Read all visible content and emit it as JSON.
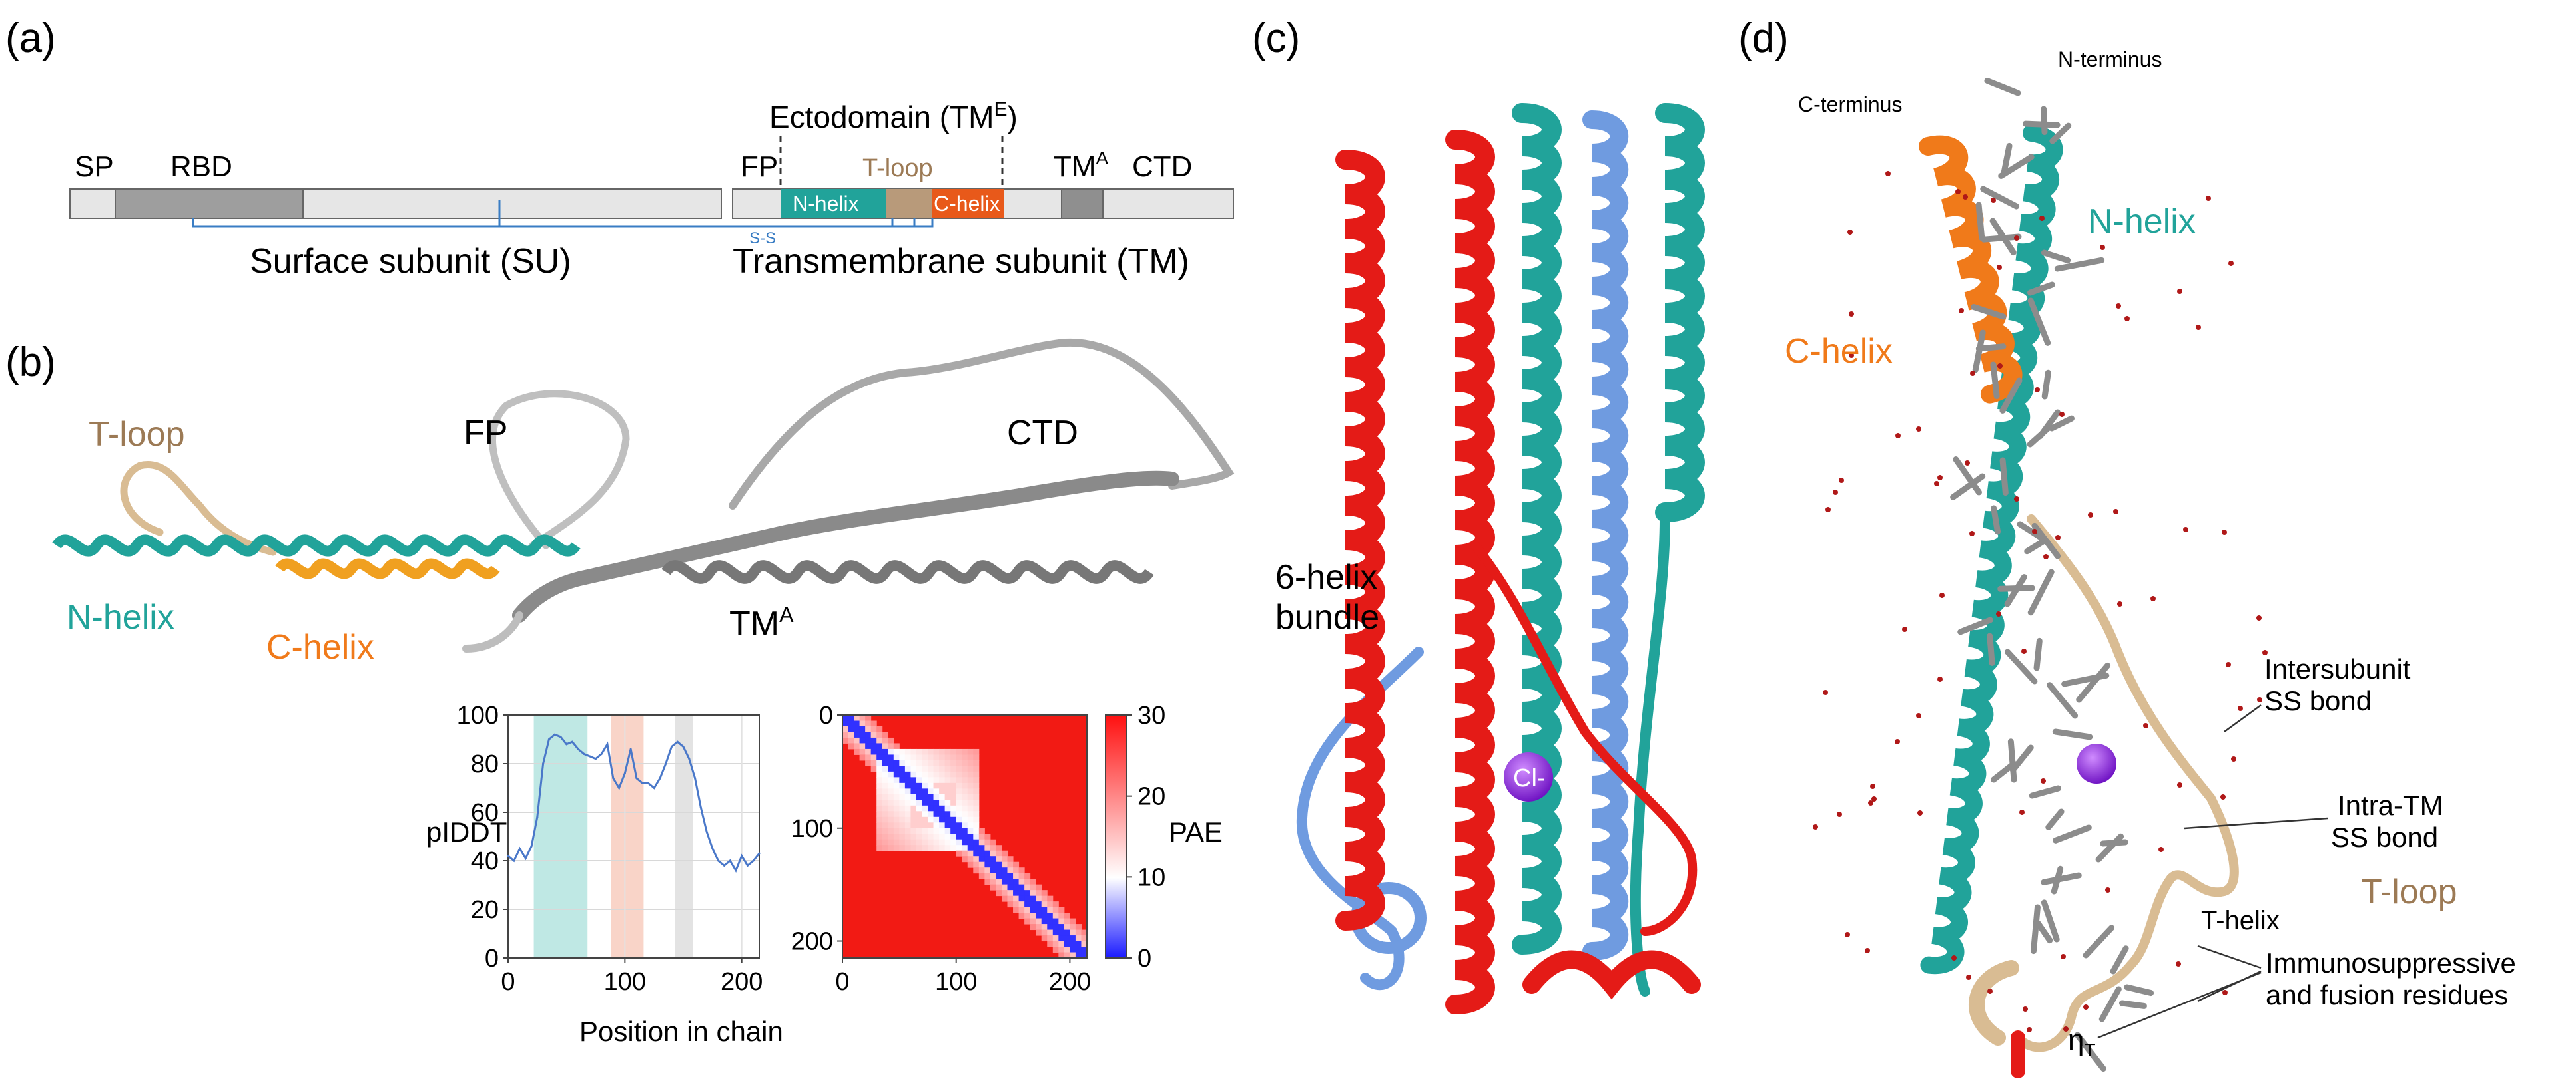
{
  "panels": {
    "a": {
      "label": "(a)",
      "ectodomain_label": "Ectodomain (TM",
      "ectodomain_sup": "E",
      "ectodomain_close": ")",
      "sp": "SP",
      "rbd": "RBD",
      "fp": "FP",
      "tloop": "T-loop",
      "tma": "TM",
      "tma_sup": "A",
      "ctd": "CTD",
      "nhelix": "N-helix",
      "chelix": "C-helix",
      "ss": "S-S",
      "su": "Surface subunit (SU)",
      "tm": "Transmembrane subunit (TM)"
    },
    "b": {
      "label": "(b)",
      "tloop": "T-loop",
      "fp": "FP",
      "ctd": "CTD",
      "nhelix": "N-helix",
      "chelix": "C-helix",
      "tma": "TM",
      "tma_sup": "A"
    },
    "c": {
      "label": "(c)",
      "bundle_line1": "6-helix",
      "bundle_line2": "bundle",
      "ion": "Cl-"
    },
    "d": {
      "label": "(d)",
      "nterm": "N-terminus",
      "cterm": "C-terminus",
      "nhelix": "N-helix",
      "chelix": "C-helix",
      "intersub1": "Intersubunit",
      "intersub2": "SS bond",
      "intra1": "Intra-TM",
      "intra2": "SS bond",
      "tloop": "T-loop",
      "thelix": "T-helix",
      "immuno1": "Immunosuppressive",
      "immuno2": "and fusion residues",
      "eta": "η",
      "eta_sub": "T"
    }
  },
  "colors": {
    "teal": "#21a39a",
    "orange": "#f07a1a",
    "tan": "#d9bc93",
    "red": "#e41b17",
    "blue": "#6f9be0",
    "purple": "#8a2be2",
    "grey": "#9c9c9c"
  },
  "chart_data": [
    {
      "type": "line",
      "title": "",
      "xlabel": "Position in chain",
      "ylabel": "pIDDT",
      "xlim": [
        0,
        215
      ],
      "ylim": [
        0,
        100
      ],
      "xticks": [
        0,
        100,
        200
      ],
      "yticks": [
        0,
        20,
        40,
        60,
        80,
        100
      ],
      "grid": true,
      "shaded_regions": [
        {
          "x": [
            22,
            68
          ],
          "color": "#bfe8e4"
        },
        {
          "x": [
            88,
            116
          ],
          "color": "#f9d4c8"
        },
        {
          "x": [
            143,
            158
          ],
          "color": "#e3e3e3"
        }
      ],
      "series": [
        {
          "x": [
            0,
            5,
            10,
            15,
            20,
            25,
            30,
            35,
            40,
            45,
            50,
            55,
            60,
            65,
            70,
            75,
            80,
            85,
            90,
            95,
            100,
            105,
            110,
            115,
            120,
            125,
            130,
            135,
            140,
            145,
            150,
            155,
            160,
            165,
            170,
            175,
            180,
            185,
            190,
            195,
            200,
            205,
            210,
            215
          ],
          "values": [
            42,
            40,
            45,
            41,
            46,
            58,
            80,
            90,
            92,
            91,
            88,
            89,
            86,
            84,
            83,
            82,
            84,
            88,
            74,
            70,
            76,
            86,
            74,
            72,
            72,
            70,
            74,
            80,
            87,
            89,
            87,
            82,
            74,
            62,
            52,
            45,
            40,
            38,
            40,
            36,
            42,
            38,
            40,
            43
          ]
        }
      ]
    },
    {
      "type": "heatmap",
      "title": "",
      "xlabel": "",
      "ylabel": "",
      "xticks": [
        0,
        100,
        200
      ],
      "yticks": [
        0,
        100,
        200
      ],
      "colorbar_label": "PAE",
      "colorbar_ticks": [
        0,
        10,
        20,
        30
      ],
      "range": [
        0,
        30
      ]
    }
  ]
}
